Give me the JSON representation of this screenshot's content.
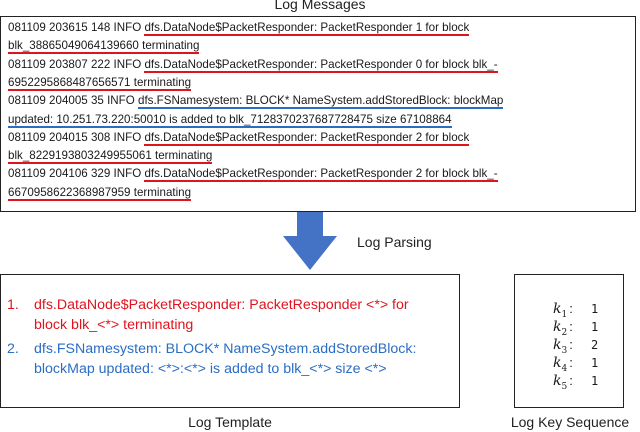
{
  "titles": {
    "messages": "Log Messages",
    "parsing": "Log Parsing",
    "template": "Log Template",
    "key_sequence": "Log Key Sequence"
  },
  "log_lines": [
    {
      "prefix": "081109 203615 148 INFO ",
      "content": "dfs.DataNode$PacketResponder: PacketResponder 1 for block",
      "color": "#e0141e"
    },
    {
      "prefix": "",
      "content": "blk_38865049064139660 terminating",
      "color": "#e0141e"
    },
    {
      "prefix": "081109 203807 222 INFO ",
      "content": "dfs.DataNode$PacketResponder: PacketResponder 0 for block blk_-",
      "color": "#e0141e"
    },
    {
      "prefix": "",
      "content": "6952295868487656571 terminating",
      "color": "#e0141e"
    },
    {
      "prefix": "081109 204005 35 INFO ",
      "content": "dfs.FSNamesystem: BLOCK* NameSystem.addStoredBlock: blockMap",
      "color": "#2a6dc4"
    },
    {
      "prefix": "",
      "content": "updated: 10.251.73.220:50010 is added to blk_7128370237687728475 size 67108864",
      "color": "#2a6dc4"
    },
    {
      "prefix": "081109 204015 308 INFO ",
      "content": "dfs.DataNode$PacketResponder: PacketResponder 2 for block",
      "color": "#e0141e"
    },
    {
      "prefix": "",
      "content": "blk_8229193803249955061 terminating",
      "color": "#e0141e"
    },
    {
      "prefix": "081109 204106 329 INFO ",
      "content": "dfs.DataNode$PacketResponder: PacketResponder 2 for block blk_-",
      "color": "#e0141e"
    },
    {
      "prefix": "",
      "content": "6670958622368987959 terminating",
      "color": "#e0141e"
    }
  ],
  "templates": [
    {
      "num": "1.",
      "line1": "dfs.DataNode$PacketResponder: PacketResponder <*> for",
      "line2": "block blk_<*> terminating",
      "color": "#e0141e"
    },
    {
      "num": "2.",
      "line1": "dfs.FSNamesystem: BLOCK* NameSystem.addStoredBlock:",
      "line2": "blockMap updated: <*>:<*> is added to blk_<*> size <*>",
      "color": "#2a6dc4"
    }
  ],
  "key_sequence": [
    {
      "key": "k",
      "sub": "1",
      "value": "1"
    },
    {
      "key": "k",
      "sub": "2",
      "value": "1"
    },
    {
      "key": "k",
      "sub": "3",
      "value": "2"
    },
    {
      "key": "k",
      "sub": "4",
      "value": "1"
    },
    {
      "key": "k",
      "sub": "5",
      "value": "1"
    }
  ],
  "colors": {
    "red": "#e0141e",
    "blue": "#2a6dc4",
    "arrow": "#4472c4"
  }
}
